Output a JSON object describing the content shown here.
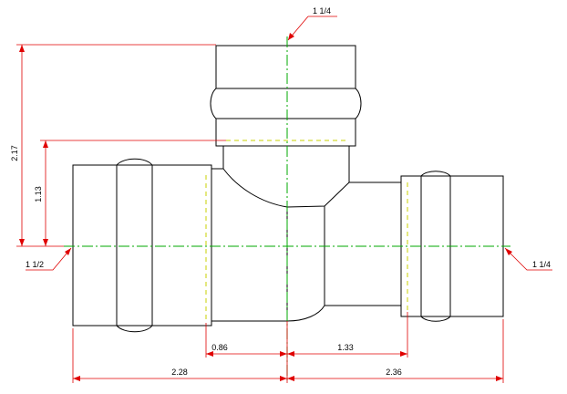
{
  "drawing": {
    "colors": {
      "part_outline": "#000000",
      "centerline": "#00aa00",
      "hidden_line": "#c8d000",
      "dimension": "#e00000"
    },
    "callouts": {
      "top_size": "1 1/4",
      "left_size": "1 1/2",
      "right_size": "1 1/4"
    },
    "dimensions": {
      "overall_height": "2.17",
      "branch_height": "1.13",
      "left_socket_depth": "0.86",
      "right_socket_depth": "1.33",
      "left_length": "2.28",
      "right_length": "2.36"
    }
  }
}
